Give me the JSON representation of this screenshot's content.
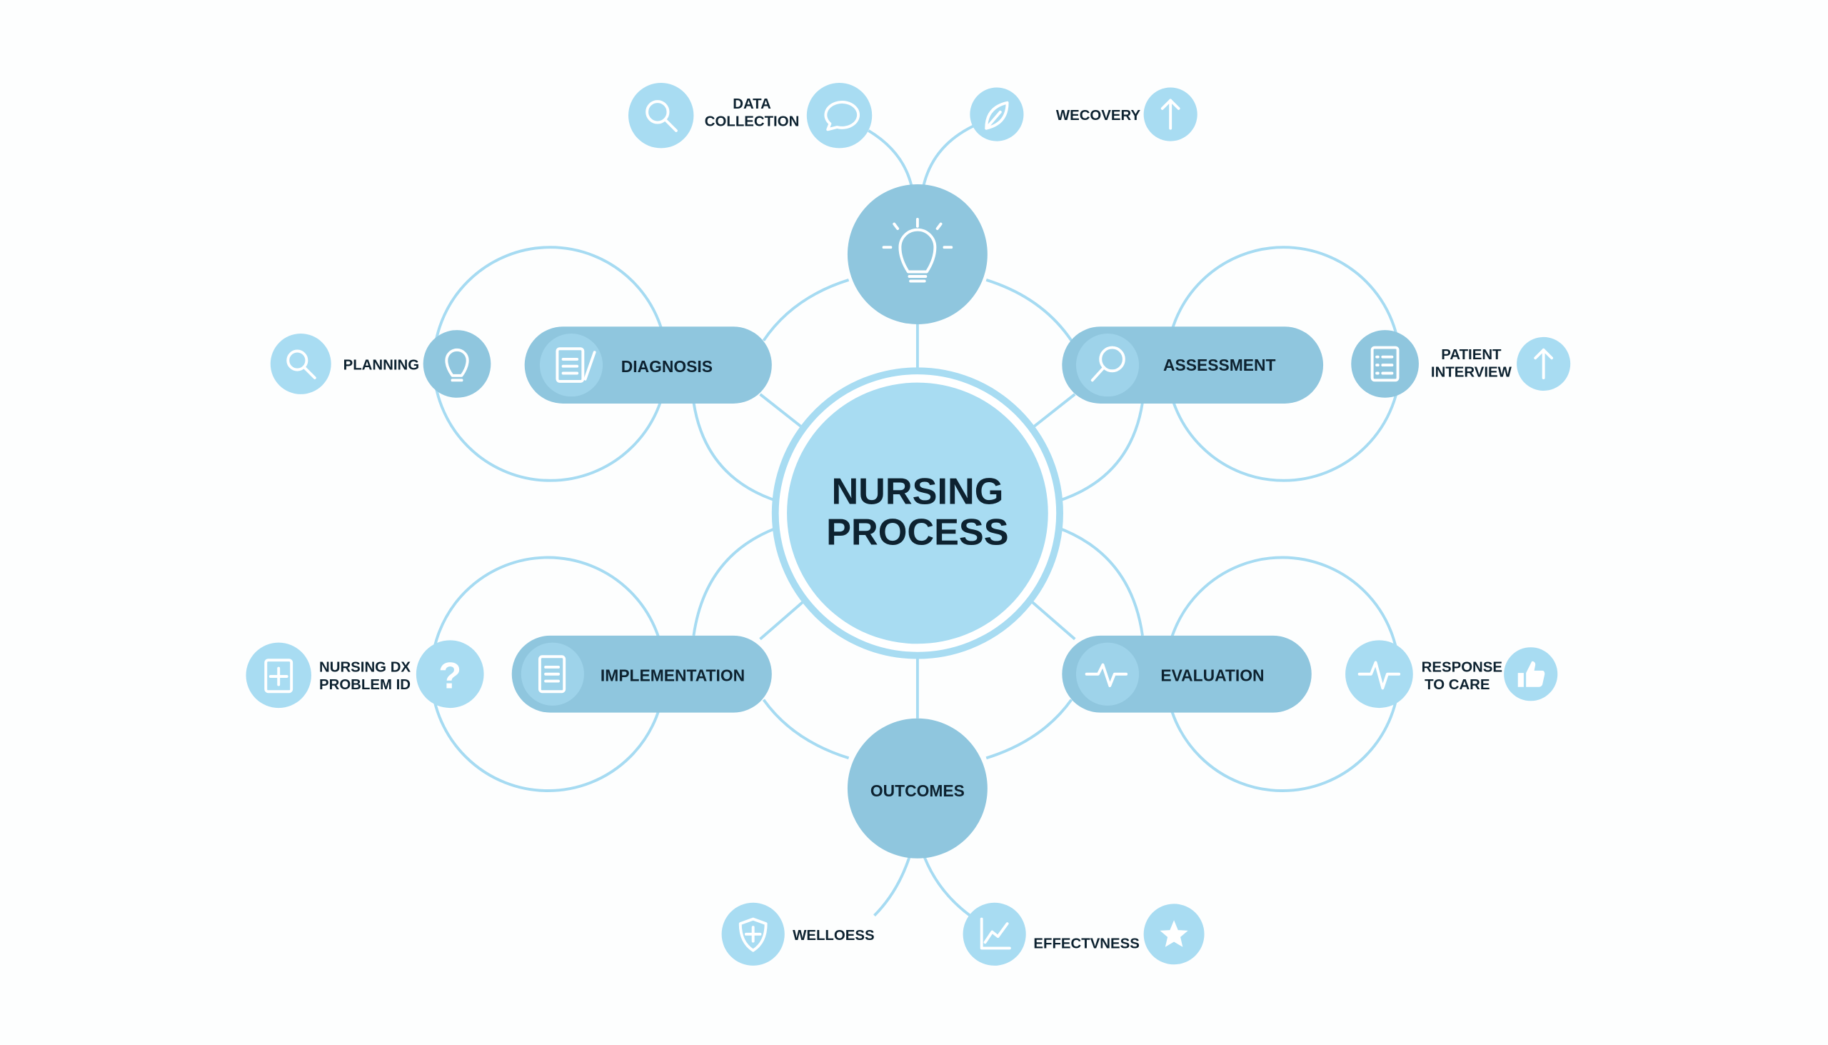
{
  "center": {
    "line1": "NURSING",
    "line2": "PROCESS"
  },
  "hubs": {
    "top_icon": "lightbulb-icon",
    "bottom_label": "OUTCOMES"
  },
  "pills": {
    "diagnosis": "DIAGNOSIS",
    "assessment": "ASSESSMENT",
    "implementation": "IMPLEMENTATION",
    "evaluation": "EVALUATION"
  },
  "satellites": {
    "data_collection": {
      "line1": "DATA",
      "line2": "COLLECTION"
    },
    "recovery": "WECOVERY",
    "planning": "PLANNING",
    "patient_interview": {
      "line1": "PATIENT",
      "line2": "INTERVIEW"
    },
    "nursing_dx": {
      "line1": "NURSING DX",
      "line2": "PROBLEM ID"
    },
    "response": {
      "line1": "RESPONSE",
      "line2": "TO CARE"
    },
    "wellness": "WELLOESS",
    "effectiveness": "EFFECTVNESS"
  },
  "colors": {
    "light": "#a8dcf2",
    "dark": "#8fc6de",
    "line": "#a6dbf2",
    "text": "#0d2230"
  }
}
